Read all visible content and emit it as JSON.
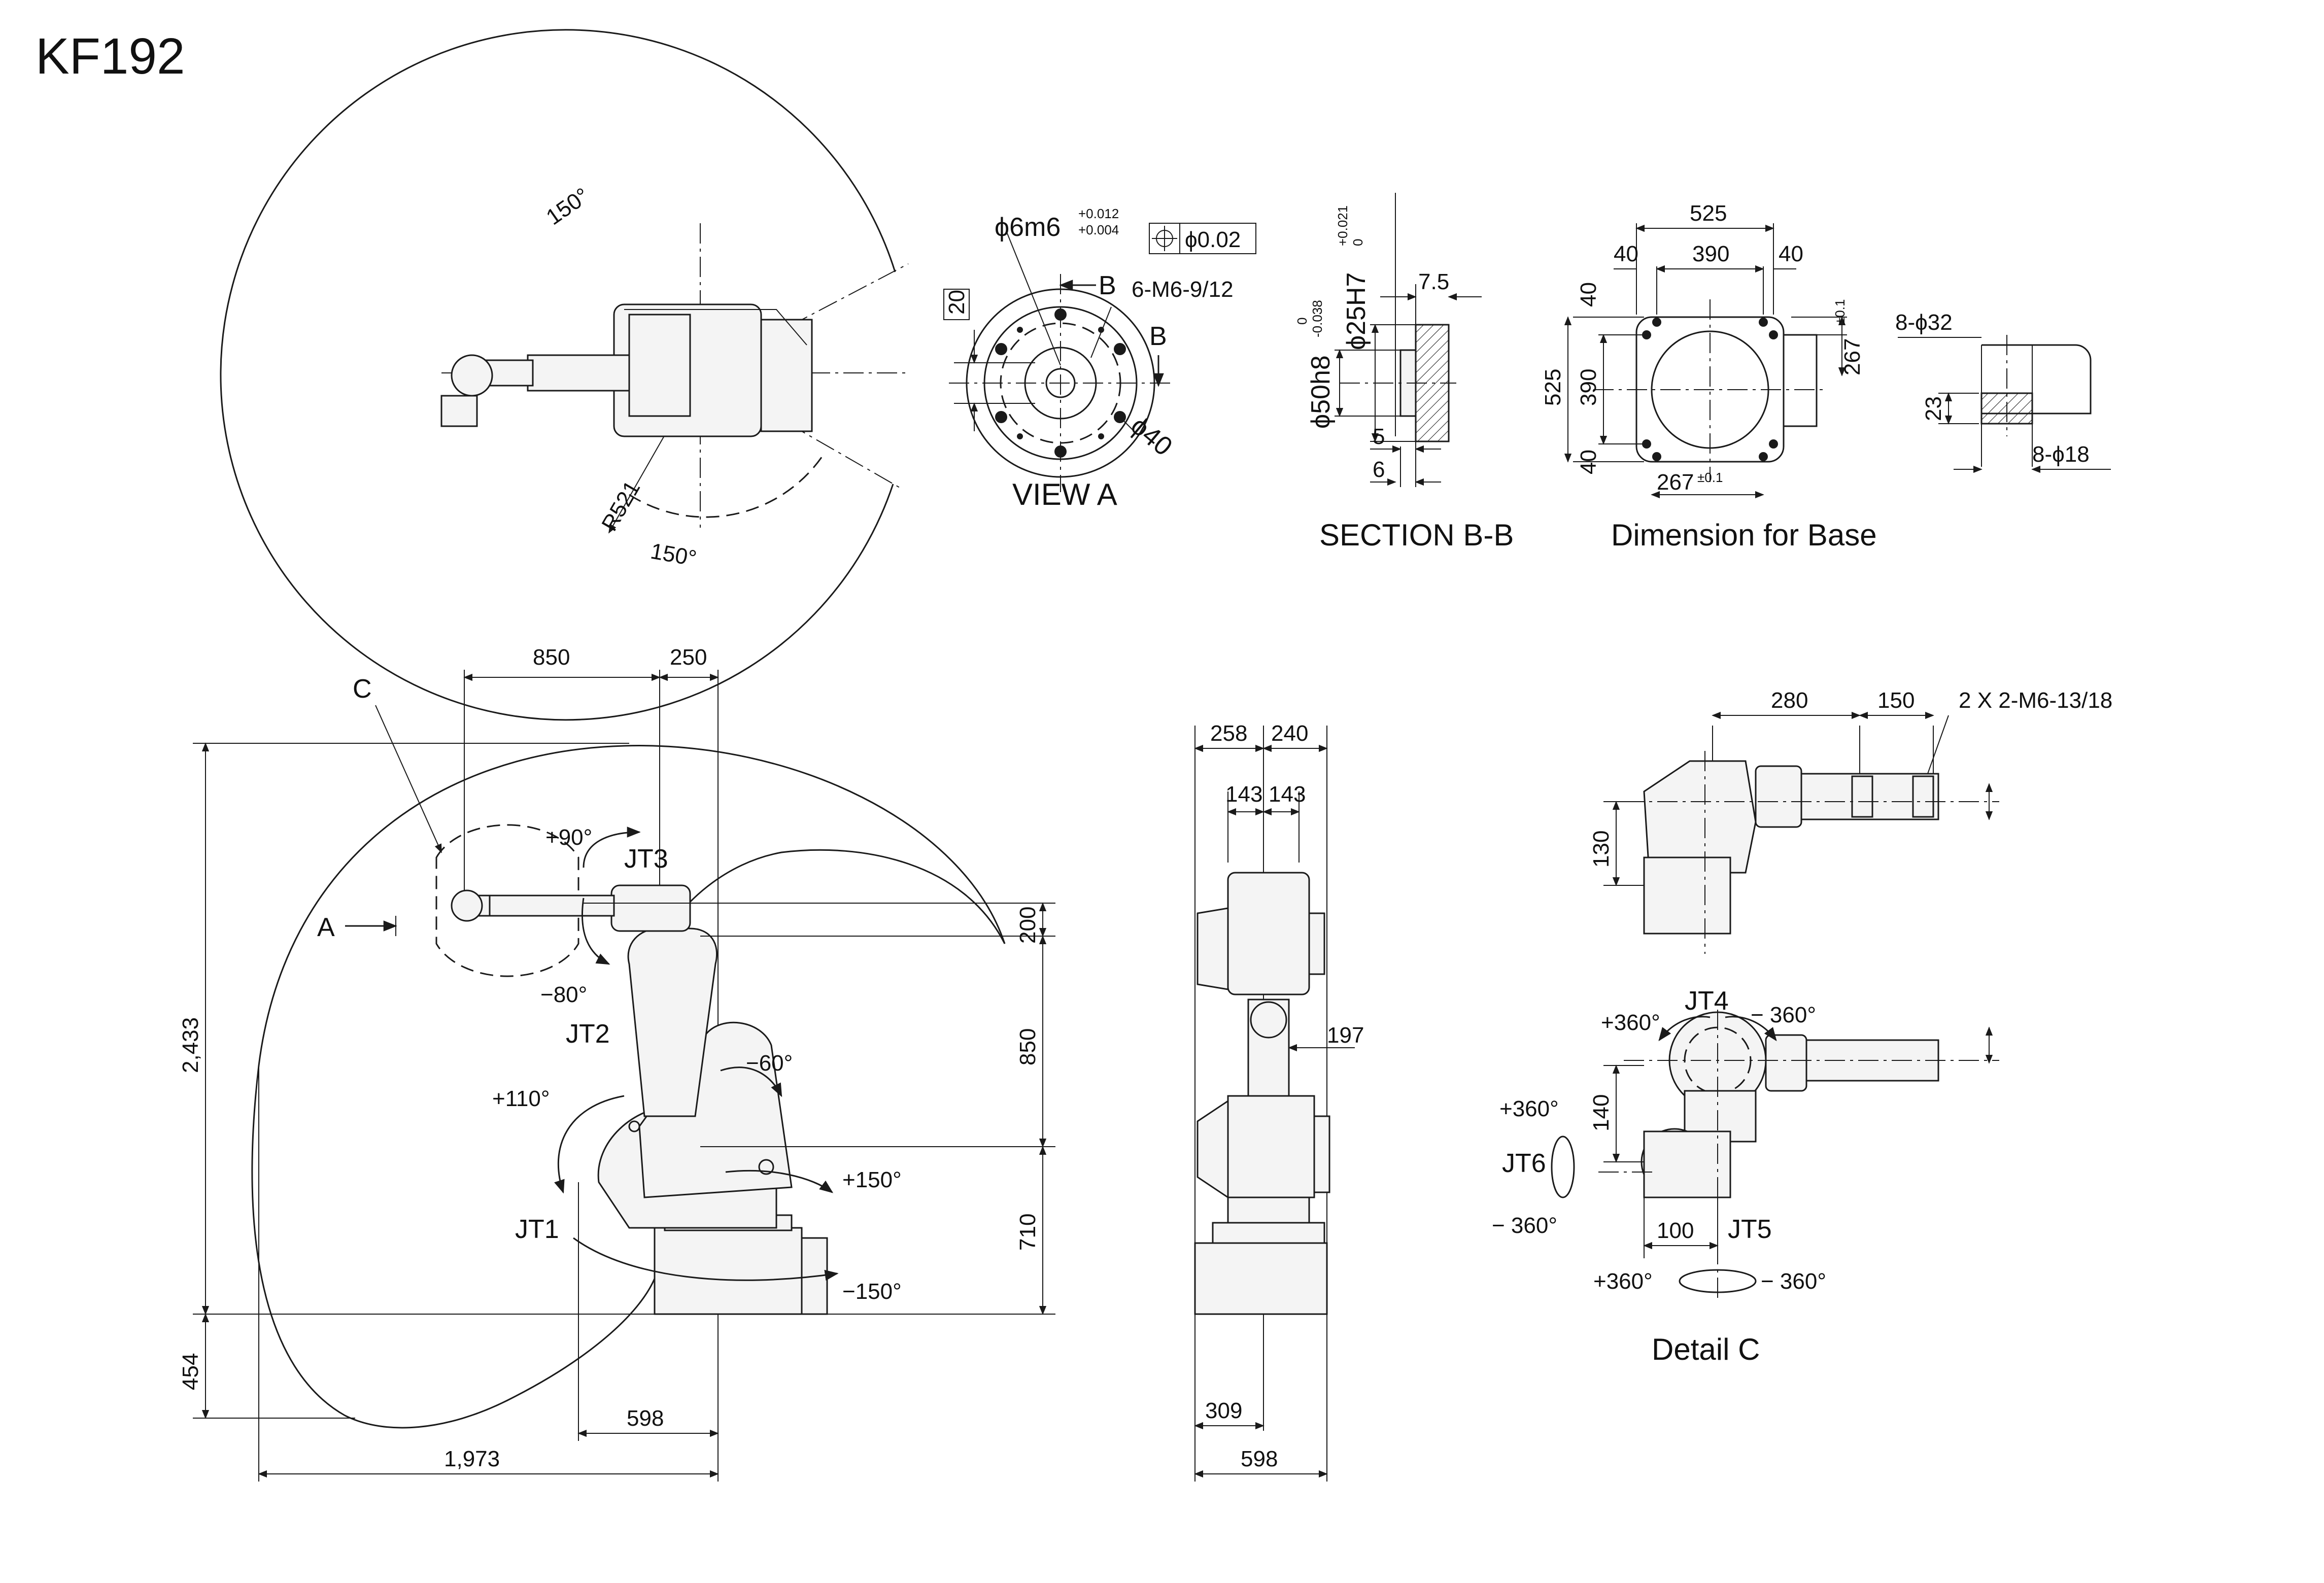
{
  "title": "KF192",
  "views": {
    "view_a": "VIEW A",
    "section": "SECTION B-B",
    "base": "Dimension for Base",
    "detail": "Detail C"
  },
  "top_view": {
    "angle_top": "150°",
    "angle_bottom": "150°",
    "radius": "R521"
  },
  "view_a": {
    "shaft": "ϕ6m6",
    "shaft_tol_upper": "+0.012",
    "shaft_tol_lower": "+0.004",
    "position_tol": "ϕ0.02",
    "datum": "20",
    "thread": "6-M6-9/12",
    "section_mark_b": "B",
    "section_mark_b2": "B",
    "pcd": "ϕ40"
  },
  "section_bb": {
    "bore": "ϕ25H7",
    "bore_tol_upper": "+0.021",
    "bore_tol_lower": "0",
    "spigot": "ϕ50h8",
    "spigot_tol_upper": "0",
    "spigot_tol_lower": "-0.038",
    "d1": "7.5",
    "d2": "5",
    "d3": "6"
  },
  "base_dims": {
    "w525": "525",
    "w390": "390",
    "w40a": "40",
    "w40b": "40",
    "h40a": "40",
    "h390": "390",
    "h525": "525",
    "h40b": "40",
    "c267v": "267",
    "c267v_tol": "±0.1",
    "c267h": "267",
    "c267h_tol": "±0.1",
    "holes_large": "8-ϕ32",
    "holes_small": "8-ϕ18",
    "depth": "23"
  },
  "side_view": {
    "d850": "850",
    "d250": "250",
    "label_c": "C",
    "label_a": "A",
    "plus90": "+90°",
    "minus80": "−80°",
    "jt3": "JT3",
    "jt2": "JT2",
    "jt1": "JT1",
    "minus60": "−60°",
    "plus110": "+110°",
    "plus150": "+150°",
    "minus150": "−150°",
    "v2433": "2,433",
    "v454": "454",
    "v200": "200",
    "v850": "850",
    "v710": "710",
    "h598": "598",
    "h1973": "1,973"
  },
  "front_view": {
    "d258": "258",
    "d240": "240",
    "d143a": "143",
    "d143b": "143",
    "d197": "197",
    "d309": "309",
    "d598": "598"
  },
  "detail_c": {
    "d280": "280",
    "d150": "150",
    "mount": "2 X 2-M6-13/18",
    "d130": "130",
    "plus360_jt4": "+360°",
    "jt4": "JT4",
    "minus360_jt4": "− 360°",
    "d140": "140",
    "plus360_jt6": "+360°",
    "jt6": "JT6",
    "minus360_jt6": "−  360°",
    "d100": "100",
    "jt5": "JT5",
    "plus360_jt5": "+360°",
    "minus360_jt5": "− 360°"
  }
}
